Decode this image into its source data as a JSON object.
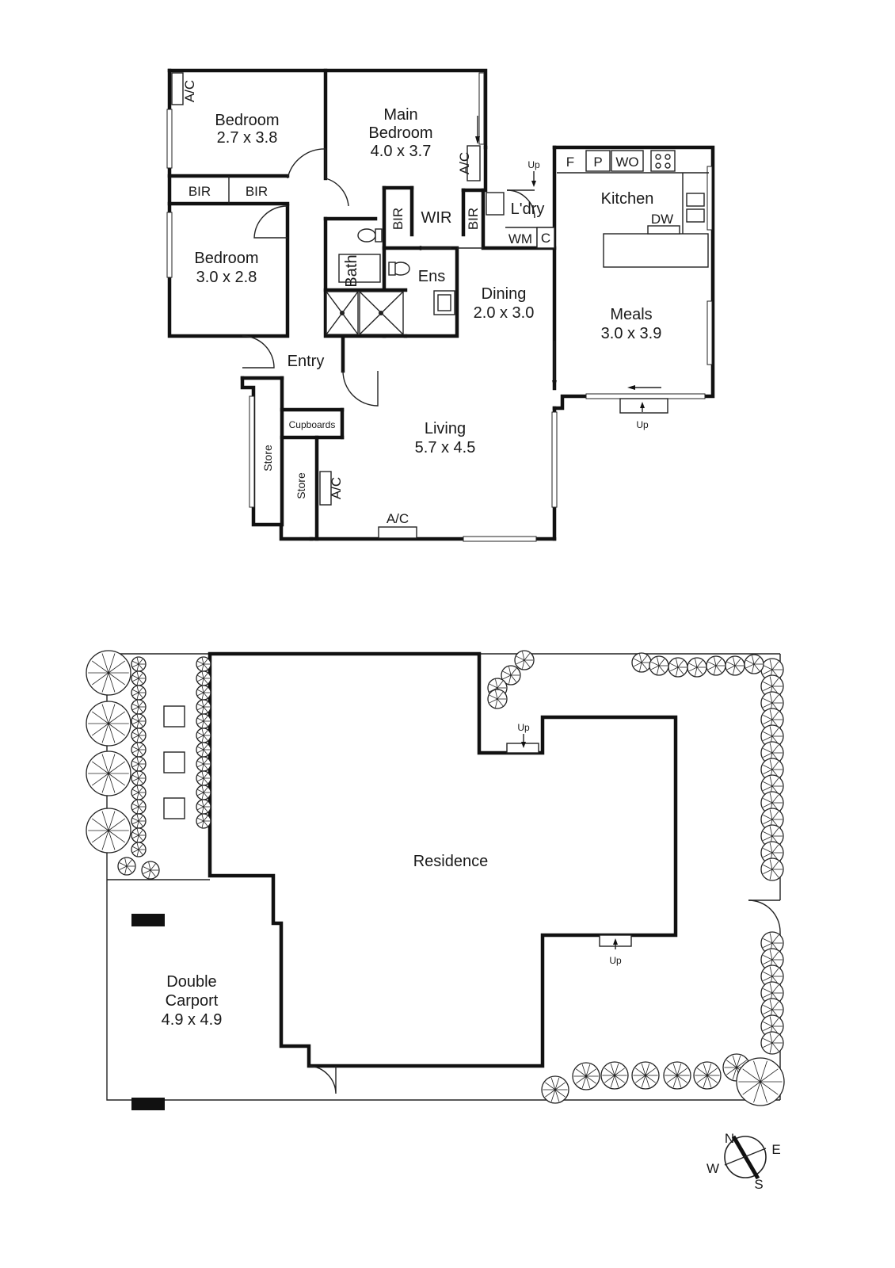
{
  "floor_plan": {
    "rooms": {
      "bedroom2": {
        "name": "Bedroom",
        "size": "2.7 x 3.8"
      },
      "main_bedroom": {
        "name_line1": "Main",
        "name_line2": "Bedroom",
        "size": "4.0 x 3.7"
      },
      "bedroom3": {
        "name": "Bedroom",
        "size": "3.0 x 2.8"
      },
      "kitchen": {
        "name": "Kitchen"
      },
      "dining": {
        "name": "Dining",
        "size": "2.0 x 3.0"
      },
      "meals": {
        "name": "Meals",
        "size": "3.0 x 3.9"
      },
      "living": {
        "name": "Living",
        "size": "5.7 x 4.5"
      },
      "entry": {
        "name": "Entry"
      },
      "ensuite": {
        "name": "Ens"
      },
      "bath": {
        "name": "Bath"
      },
      "wir": {
        "name": "WIR"
      },
      "laundry": {
        "name": "L'dry"
      }
    },
    "fixtures": {
      "bir": "BIR",
      "ac": "A/C",
      "wm": "WM",
      "c": "C",
      "f": "F",
      "p": "P",
      "wo": "WO",
      "dw": "DW",
      "cupboards": "Cupboards",
      "store": "Store",
      "up": "Up"
    }
  },
  "site_plan": {
    "residence": "Residence",
    "carport_line1": "Double",
    "carport_line2": "Carport",
    "carport_size": "4.9 x 4.9",
    "up": "Up"
  },
  "compass": {
    "n": "N",
    "e": "E",
    "s": "S",
    "w": "W"
  }
}
